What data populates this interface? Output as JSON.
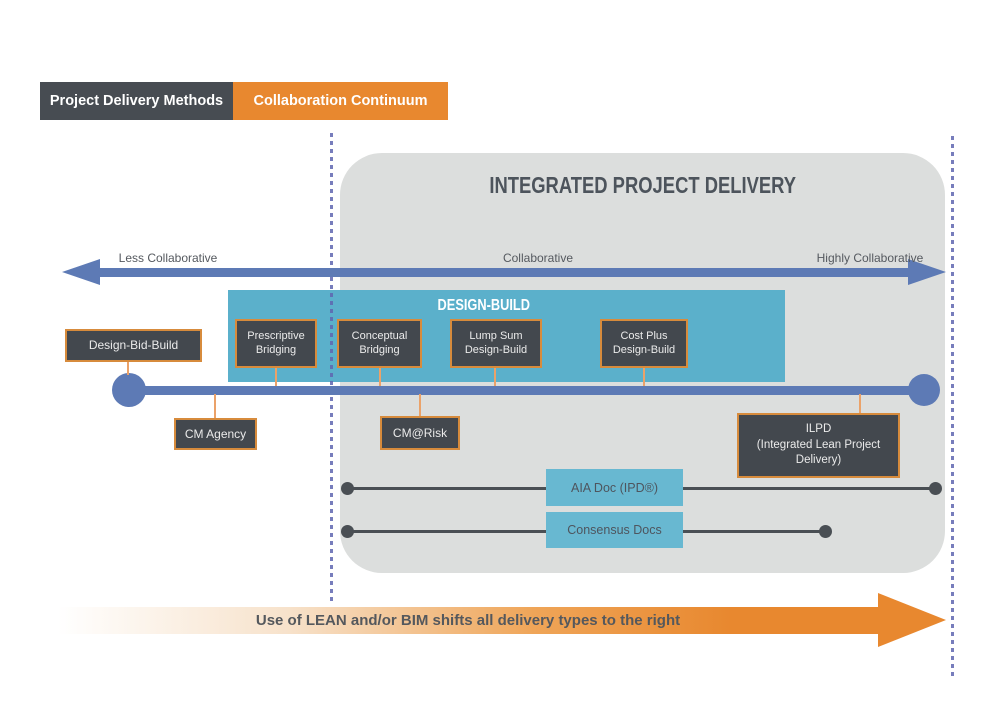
{
  "legend": {
    "methods_tab": "Project Delivery Methods",
    "continuum_tab": "Collaboration Continuum"
  },
  "ipd": {
    "title": "INTEGRATED PROJECT DELIVERY"
  },
  "axis": {
    "less": "Less Collaborative",
    "mid": "Collaborative",
    "high": "Highly Collaborative"
  },
  "design_build": {
    "title": "DESIGN-BUILD",
    "methods": [
      {
        "line1": "Prescriptive",
        "line2": "Bridging"
      },
      {
        "line1": "Conceptual",
        "line2": "Bridging"
      },
      {
        "line1": "Lump Sum",
        "line2": "Design-Build"
      },
      {
        "line1": "Cost Plus",
        "line2": "Design-Build"
      }
    ]
  },
  "methods": {
    "design_bid_build": "Design-Bid-Build",
    "cm_agency": "CM Agency",
    "cm_at_risk": "CM@Risk",
    "ilpd": {
      "line1": "ILPD",
      "line2": "(Integrated Lean Project",
      "line3": "Delivery)"
    }
  },
  "contracts": [
    {
      "label": "AIA Doc (IPD®)"
    },
    {
      "label": "Consensus Docs"
    }
  ],
  "bottom_arrow": {
    "label": "Use of LEAN and/or BIM shifts all delivery types to the right"
  },
  "colors": {
    "orange": "#e8882f",
    "dark_slate": "#474c52",
    "teal_band": "#5bb0cb",
    "teal_tag": "#68b8d1",
    "blue": "#5d7ab5",
    "container_gray": "#dcdedd",
    "contract_line": "#4a4f54",
    "dashed_guide": "#5f66b0",
    "connector": "#eba269"
  }
}
